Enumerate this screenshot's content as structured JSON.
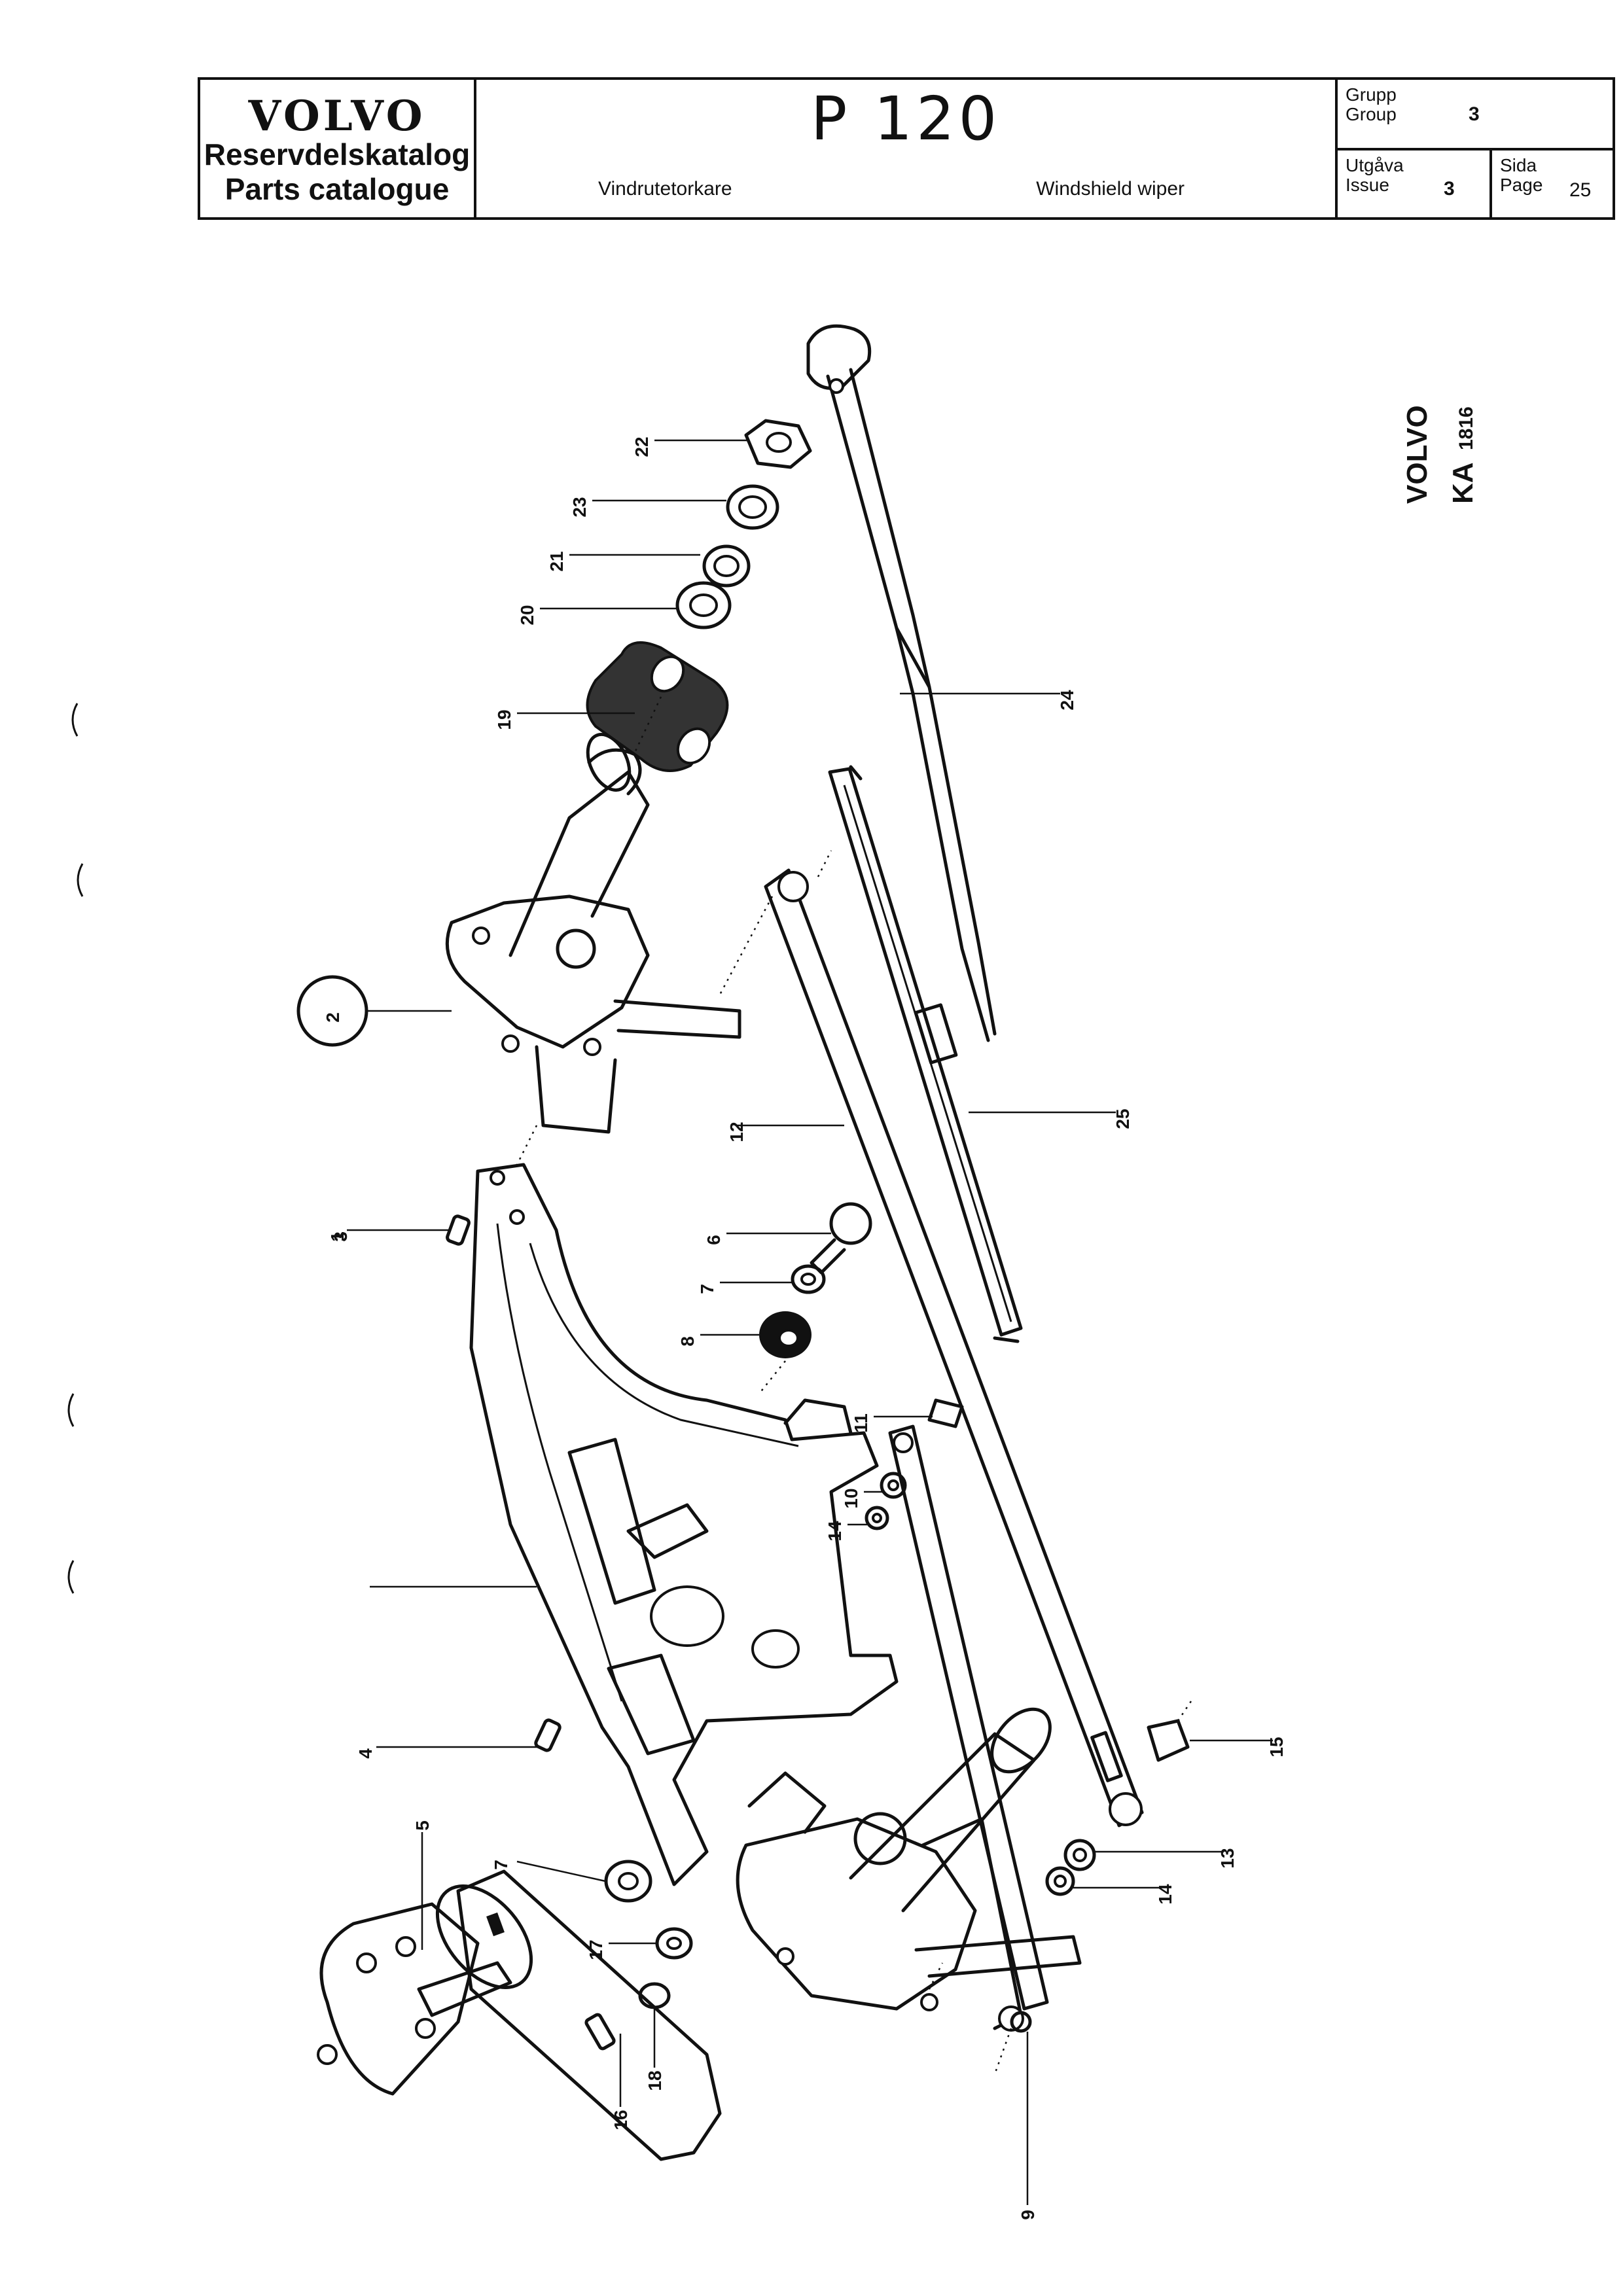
{
  "header": {
    "brand_logo": "VOLVO",
    "brand_line1": "Reservdelskatalog",
    "brand_line2": "Parts catalogue",
    "model": "P 120",
    "subtitle_sv": "Vindrutetorkare",
    "subtitle_en": "Windshield wiper",
    "group_label_sv": "Grupp",
    "group_label_en": "Group",
    "group_value": "3",
    "issue_label_sv": "Utgåva",
    "issue_label_en": "Issue",
    "issue_value": "3",
    "page_label_sv": "Sida",
    "page_label_en": "Page",
    "page_value": "25"
  },
  "stamp": {
    "line1": "VOLVO",
    "line2_prefix": "KA",
    "line2_number": "1816"
  },
  "callouts": {
    "c1": "1",
    "c2": "2",
    "c3": "3",
    "c4": "4",
    "c5": "5",
    "c6": "6",
    "c7a": "7",
    "c7b": "7",
    "c8": "8",
    "c9": "9",
    "c10": "10",
    "c11": "11",
    "c12": "12",
    "c13": "13",
    "c14a": "14",
    "c14b": "14",
    "c15": "15",
    "c16": "16",
    "c17": "17",
    "c18": "18",
    "c19": "19",
    "c20": "20",
    "c21": "21",
    "c22": "22",
    "c23": "23",
    "c24": "24",
    "c25": "25"
  }
}
